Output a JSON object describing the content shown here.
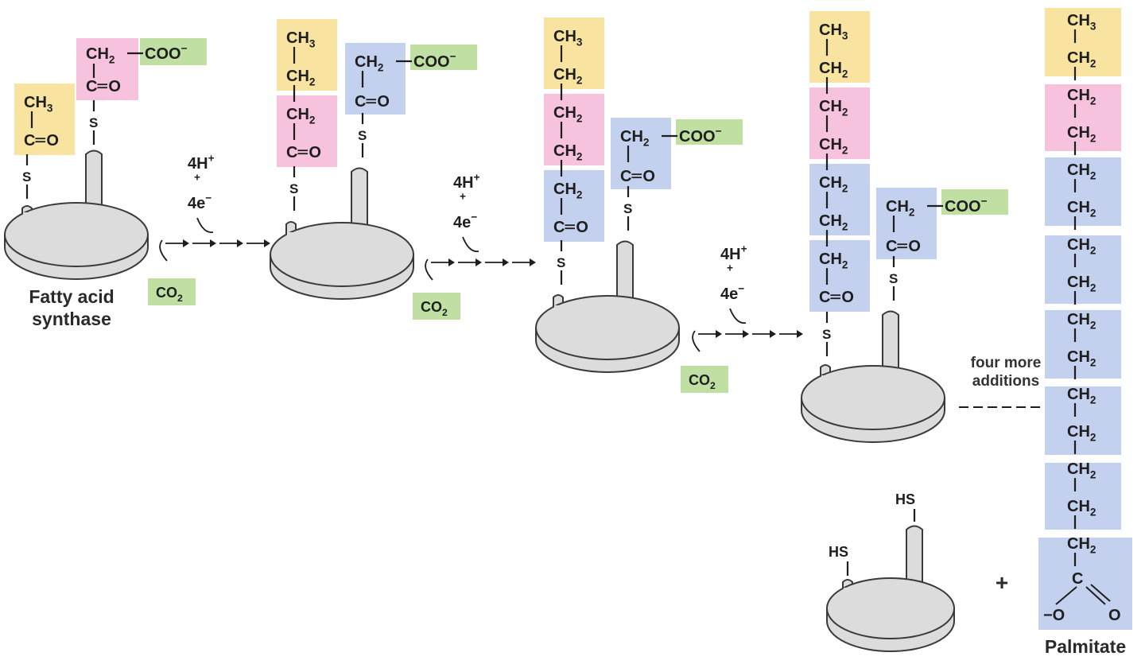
{
  "colors": {
    "yellow": "#f8e4a0",
    "pink": "#f6c2dd",
    "blue": "#c3d0ee",
    "green": "#bfe0a2",
    "enzyme_fill": "#dcdcdc",
    "enzyme_stroke": "#3a3a3a",
    "ink": "#1e1e1e"
  },
  "labels": {
    "enzyme": "Fatty acid\nsynthase",
    "product": "Palmitate",
    "four_more": "four more\nadditions",
    "plus": "+"
  },
  "chem": {
    "ch3": "CH3",
    "ch2": "CH2",
    "coo": "COO−",
    "c_eq_o": "C=O",
    "s": "S",
    "hs": "HS",
    "co2": "CO2",
    "h4": "4H+",
    "e4": "4e−",
    "plus_small": "+",
    "c": "C",
    "o": "O",
    "o_minus": "−O"
  },
  "steps": [
    {
      "id": "start",
      "chain": [
        "CH3",
        "C=O"
      ],
      "incoming": "malonyl"
    },
    {
      "id": "step1",
      "chain": [
        "CH3",
        "CH2",
        "CH2",
        "C=O"
      ],
      "incoming": "malonyl"
    },
    {
      "id": "step2",
      "chain": [
        "CH3",
        "CH2",
        "CH2",
        "CH2",
        "CH2",
        "C=O"
      ],
      "incoming": "malonyl"
    },
    {
      "id": "step3",
      "chain": [
        "CH3",
        "CH2",
        "CH2",
        "CH2",
        "CH2",
        "CH2",
        "CH2",
        "C=O"
      ],
      "incoming": "malonyl"
    },
    {
      "id": "product",
      "chain": [
        "CH3",
        "CH2",
        "CH2",
        "CH2",
        "CH2",
        "CH2",
        "CH2",
        "CH2",
        "CH2",
        "CH2",
        "CH2",
        "CH2",
        "CH2",
        "CH2",
        "CH2",
        "COO−"
      ]
    }
  ]
}
